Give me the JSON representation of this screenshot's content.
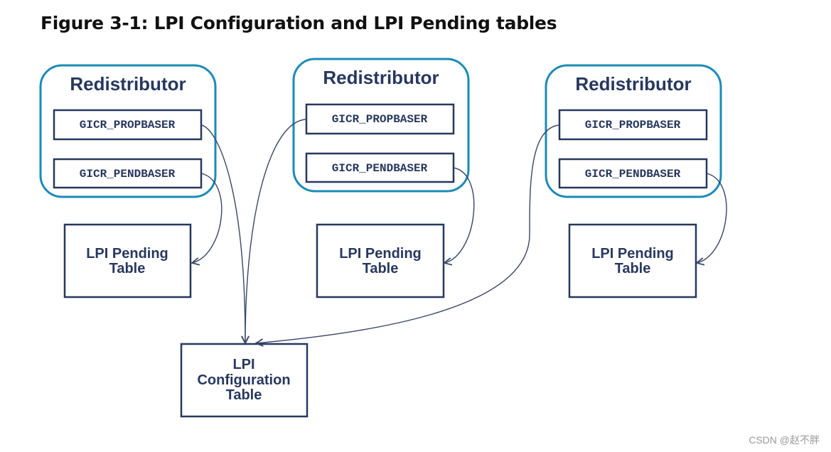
{
  "figure": {
    "title": "Figure 3-1: LPI Configuration and LPI Pending tables"
  },
  "redistributors": [
    {
      "title": "Redistributor",
      "propbaser": "GICR_PROPBASER",
      "pendbaser": "GICR_PENDBASER"
    },
    {
      "title": "Redistributor",
      "propbaser": "GICR_PROPBASER",
      "pendbaser": "GICR_PENDBASER"
    },
    {
      "title": "Redistributor",
      "propbaser": "GICR_PROPBASER",
      "pendbaser": "GICR_PENDBASER"
    }
  ],
  "pending_tables": [
    {
      "line1": "LPI Pending",
      "line2": "Table"
    },
    {
      "line1": "LPI Pending",
      "line2": "Table"
    },
    {
      "line1": "LPI Pending",
      "line2": "Table"
    }
  ],
  "config_table": {
    "line1": "LPI",
    "line2": "Configuration",
    "line3": "Table"
  },
  "watermark": "CSDN @赵不胖",
  "colors": {
    "redistributor_border": "#1b8bb5",
    "box": "#27385f"
  }
}
